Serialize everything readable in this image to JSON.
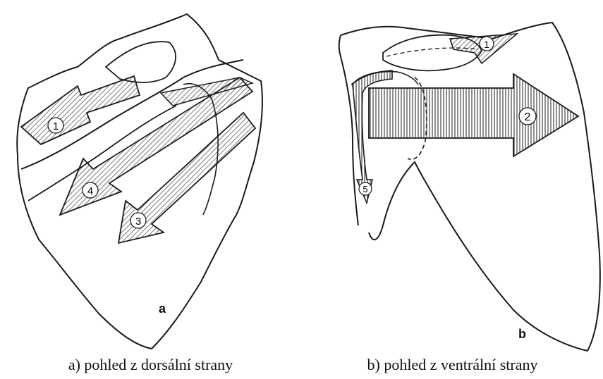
{
  "panels": [
    {
      "letter": "a",
      "caption": "a) pohled z dorsální strany",
      "arrows": [
        "1",
        "3",
        "4"
      ]
    },
    {
      "letter": "b",
      "caption": "b) pohled z ventrální strany",
      "arrows": [
        "1",
        "2",
        "5"
      ]
    }
  ],
  "colors": {
    "line": "#1a1a1a",
    "hatch": "#333333",
    "background": "#ffffff"
  }
}
